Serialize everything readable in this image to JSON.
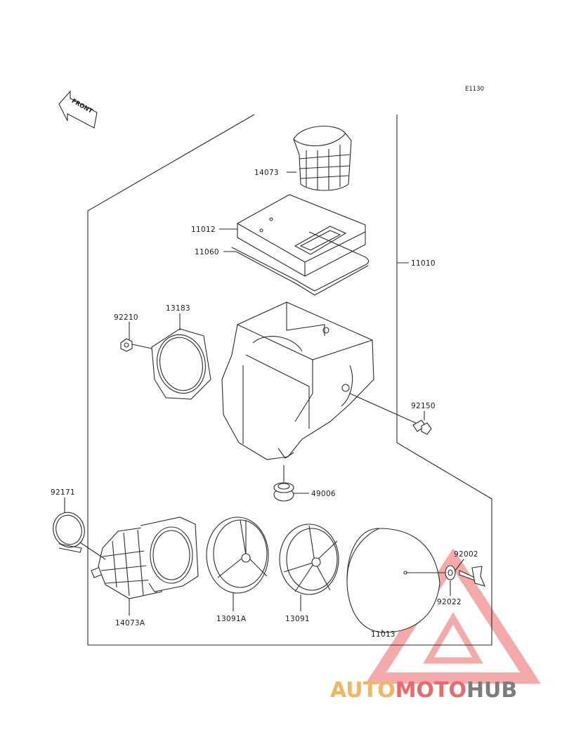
{
  "diagram_code": "E1130",
  "front_label": "FRONT",
  "parts": {
    "p14073": "14073",
    "p11012": "11012",
    "p11060": "11060",
    "p11010": "11010",
    "p92210": "92210",
    "p13183": "13183",
    "p92150": "92150",
    "p49006": "49006",
    "p92171": "92171",
    "p14073A": "14073A",
    "p13091A": "13091A",
    "p13091": "13091",
    "p11013": "11013",
    "p92002": "92002",
    "p92022": "92022"
  },
  "watermark": {
    "part1": "AUTO",
    "part2": "MOTO",
    "part3": "HUB",
    "color1": "#f2b560",
    "color2": "#e86a6a",
    "color3": "#7d7d7d",
    "triangle_color": "#e84545"
  }
}
